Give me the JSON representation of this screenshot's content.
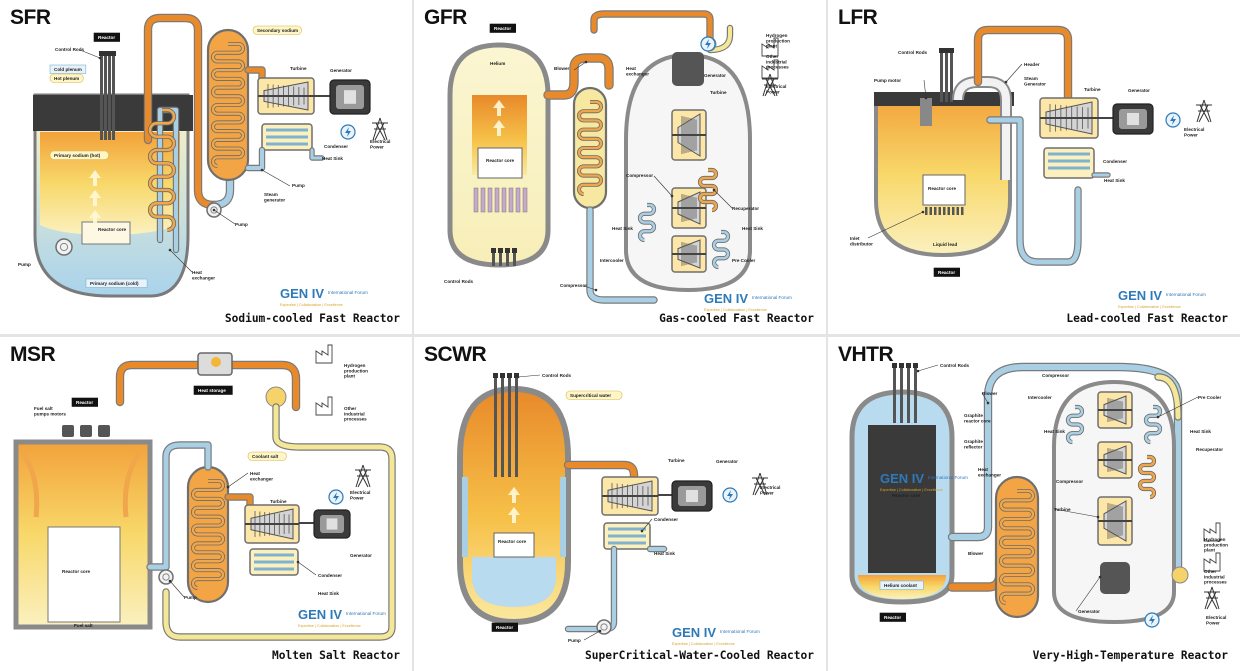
{
  "colors": {
    "hot": "#e8892a",
    "hotCore": "#f4b63a",
    "cool": "#a9cfe4",
    "coolDark": "#7fb2cf",
    "yellow": "#f4e898",
    "steel": "#8a8a8a",
    "dark": "#2b2b2b",
    "genivBlue": "#2e7ab8",
    "genivGold": "#d9a22a"
  },
  "logo": {
    "text": "GEN IV",
    "sub": "International Forum",
    "tagline": "Expertise | Collaboration | Excellence"
  },
  "panels": [
    {
      "id": "sfr",
      "abbr": "SFR",
      "name": "Sodium-cooled Fast Reactor",
      "showLogo": true,
      "labels": [
        "Reactor",
        "Control Rods",
        "Cold plenum",
        "Hot plenum",
        "Secondary sodium",
        "Turbine",
        "Generator",
        "Electrical Power",
        "Condenser",
        "Heat Sink",
        "Pump",
        "Steam generator",
        "Primary sodium (hot)",
        "Reactor core",
        "Pump",
        "Heat exchanger",
        "Primary sodium (cold)",
        "Pump"
      ]
    },
    {
      "id": "gfr",
      "abbr": "GFR",
      "name": "Gas-cooled Fast Reactor",
      "showLogo": true,
      "labels": [
        "Reactor",
        "Helium",
        "Blower",
        "Heat exchanger",
        "Generator",
        "Turbine",
        "Hydrogen production plant",
        "Other industrial processes",
        "Electrical Power",
        "Reactor core",
        "Compressor",
        "Recuperator",
        "Heat Sink",
        "Heat Sink",
        "Intercooler",
        "Pre Cooler",
        "Compressor",
        "Control Rods"
      ]
    },
    {
      "id": "lfr",
      "abbr": "LFR",
      "name": "Lead-cooled Fast Reactor",
      "showLogo": true,
      "labels": [
        "Control Rods",
        "Pump motor",
        "Header",
        "Steam Generator",
        "Turbine",
        "Generator",
        "Electrical Power",
        "Condenser",
        "Heat Sink",
        "Reactor core",
        "Inlet distributor",
        "Liquid lead",
        "Reactor"
      ]
    },
    {
      "id": "msr",
      "abbr": "MSR",
      "name": "Molten Salt Reactor",
      "showLogo": true,
      "labels": [
        "Heat storage",
        "Hydrogen production plant",
        "Other industrial processes",
        "Reactor",
        "Fuel salt pumps motors",
        "Coolant salt",
        "Heat exchanger",
        "Electrical Power",
        "Turbine",
        "Generator",
        "Condenser",
        "Heat Sink",
        "Reactor core",
        "Pump",
        "Fuel salt"
      ]
    },
    {
      "id": "scwr",
      "abbr": "SCWR",
      "name": "SuperCritical-Water-Cooled Reactor",
      "showLogo": true,
      "labels": [
        "Control Rods",
        "Supercritical water",
        "Turbine",
        "Generator",
        "Electrical Power",
        "Condenser",
        "Heat Sink",
        "Reactor core",
        "Reactor",
        "Pump"
      ]
    },
    {
      "id": "vhtr",
      "abbr": "VHTR",
      "name": "Very-High-Temperature Reactor",
      "showLogo": false,
      "labels": [
        "Control Rods",
        "Blower",
        "Compressor",
        "Intercooler",
        "Pre Cooler",
        "Graphite reactor core",
        "Graphite reflector",
        "Heat Sink",
        "Heat Sink",
        "Heat exchanger",
        "Recuperator",
        "Compressor",
        "Turbine",
        "Reactor core",
        "Blower",
        "Helium coolant",
        "Generator",
        "Hydrogen production plant",
        "Other industrial processes",
        "Electrical Power",
        "Reactor"
      ]
    }
  ]
}
